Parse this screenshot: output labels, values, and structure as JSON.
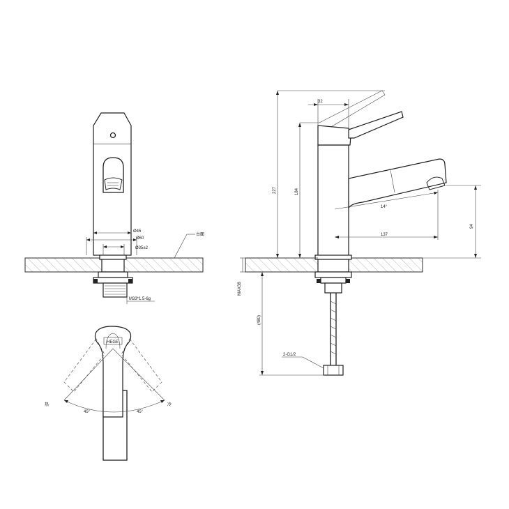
{
  "front_view": {
    "dim_d45": "Ø45",
    "dim_d60": "Ø60",
    "dim_d35": "Ø35±2",
    "dim_thread": "M33*1.5-6g",
    "countertop_label": "台面"
  },
  "side_view": {
    "dim_32": "32",
    "dim_227": "227",
    "dim_184": "184",
    "dim_angle": "14°",
    "dim_137": "137",
    "dim_94": "94",
    "dim_max38": "MAX38",
    "dim_480": "(480)",
    "dim_inlet": "2-G1/2"
  },
  "top_view": {
    "brand": "HEGE",
    "hot_label": "热",
    "cold_label": "冷",
    "angle_left": "45°",
    "angle_right": "45°"
  },
  "colors": {
    "line": "#2b2b2b",
    "hatch": "#888888",
    "background": "#ffffff"
  }
}
